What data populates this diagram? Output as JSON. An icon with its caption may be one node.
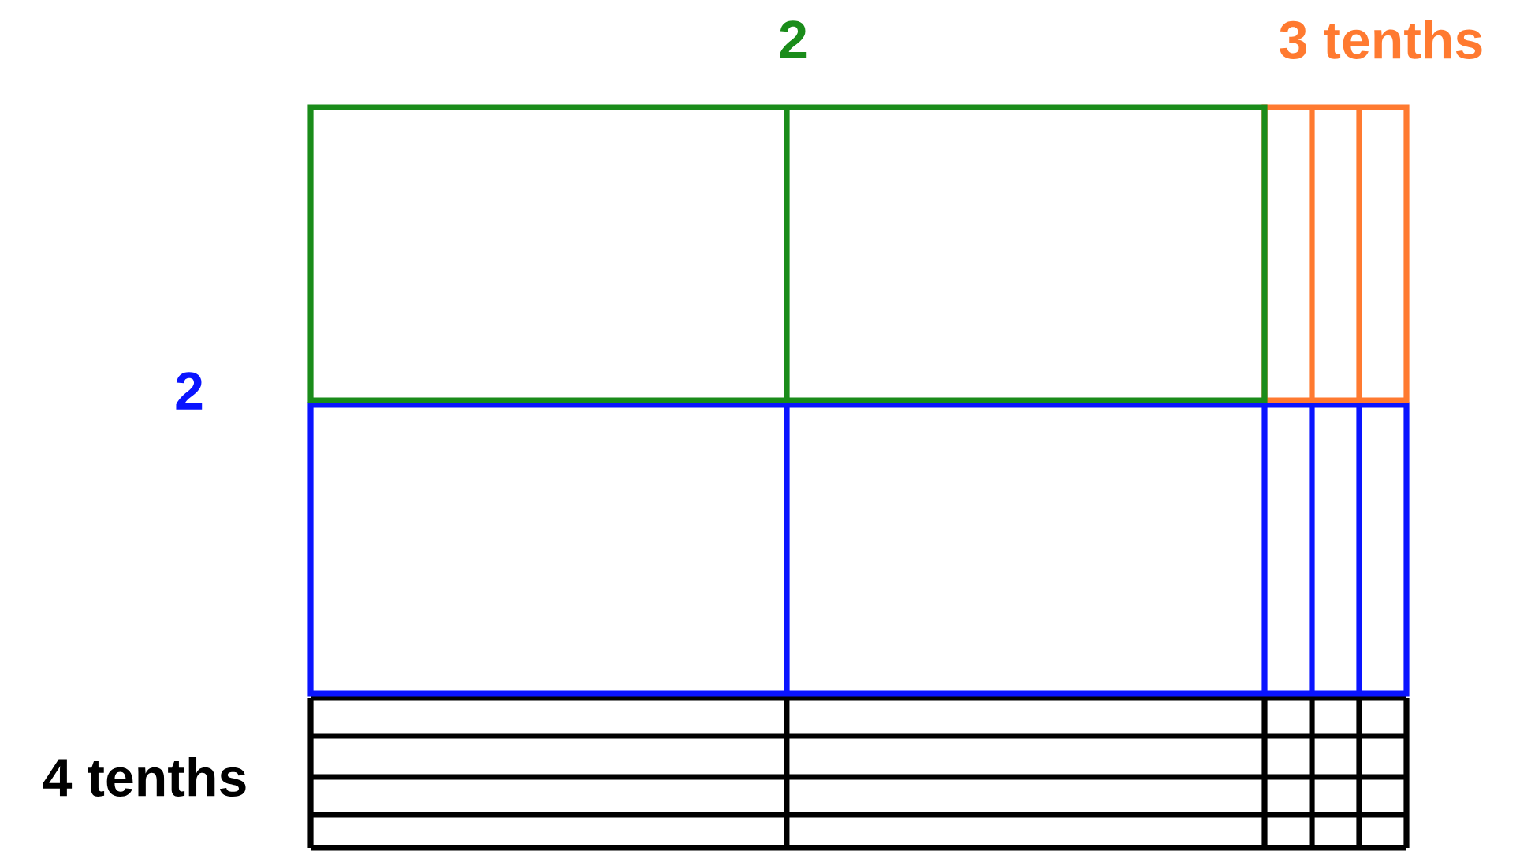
{
  "diagram": {
    "labels": [
      "2",
      "3 tenths",
      "2",
      "4 tenths"
    ]
  }
}
